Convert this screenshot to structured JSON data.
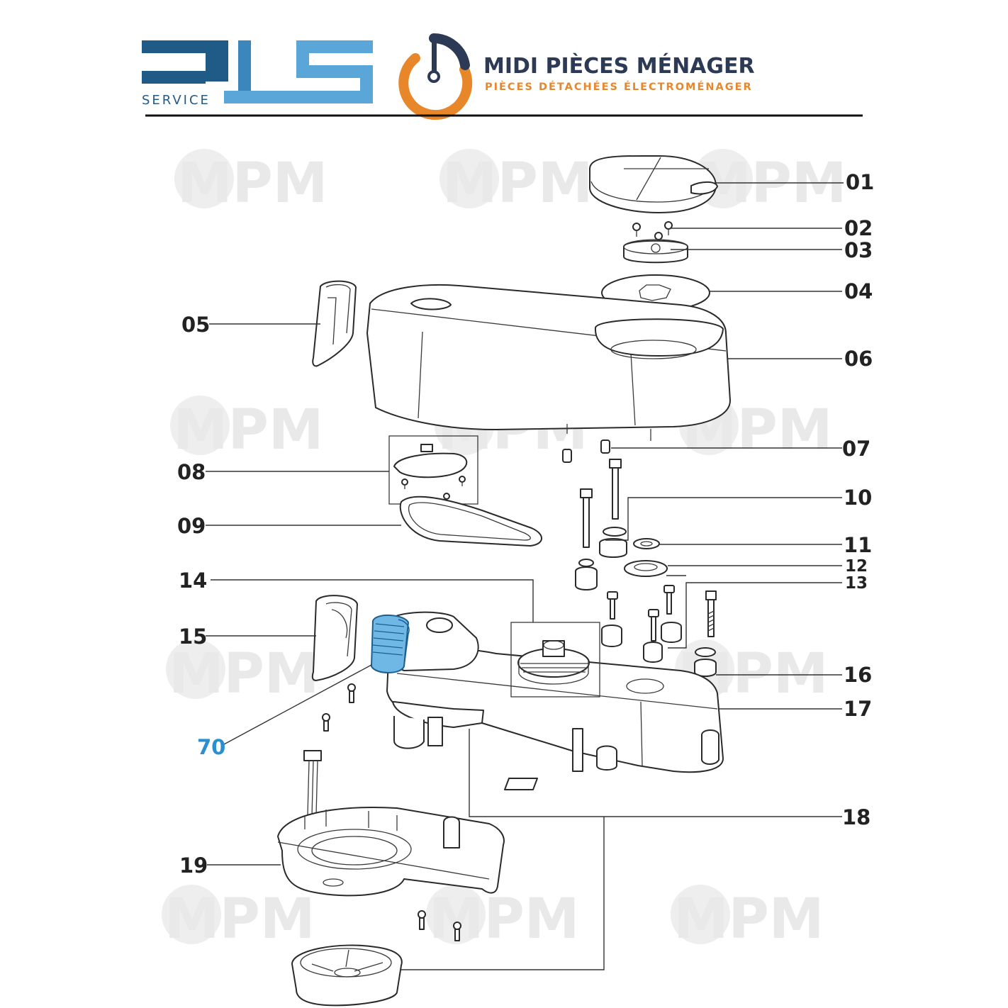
{
  "header": {
    "logo_left_sub": "SERVICE",
    "brand_title": "MIDI PIÈCES MÉNAGER",
    "brand_subtitle": "PIÈCES DÉTACHÉES ÉLECTROMÉNAGER",
    "watermark": "MPM"
  },
  "colors": {
    "dls_dark": "#1f5b86",
    "dls_light": "#5aa6d8",
    "brand_navy": "#2c3a55",
    "brand_orange": "#e8862a",
    "highlight_blue": "#2a8fd1",
    "line": "#222222"
  },
  "parts": {
    "p01": "01",
    "p02": "02",
    "p03": "03",
    "p04": "04",
    "p05": "05",
    "p06": "06",
    "p07": "07",
    "p08": "08",
    "p09": "09",
    "p10": "10",
    "p11": "11",
    "p12": "12",
    "p13": "13",
    "p14": "14",
    "p15": "15",
    "p16": "16",
    "p17": "17",
    "p18": "18",
    "p19": "19",
    "p70": "70"
  }
}
